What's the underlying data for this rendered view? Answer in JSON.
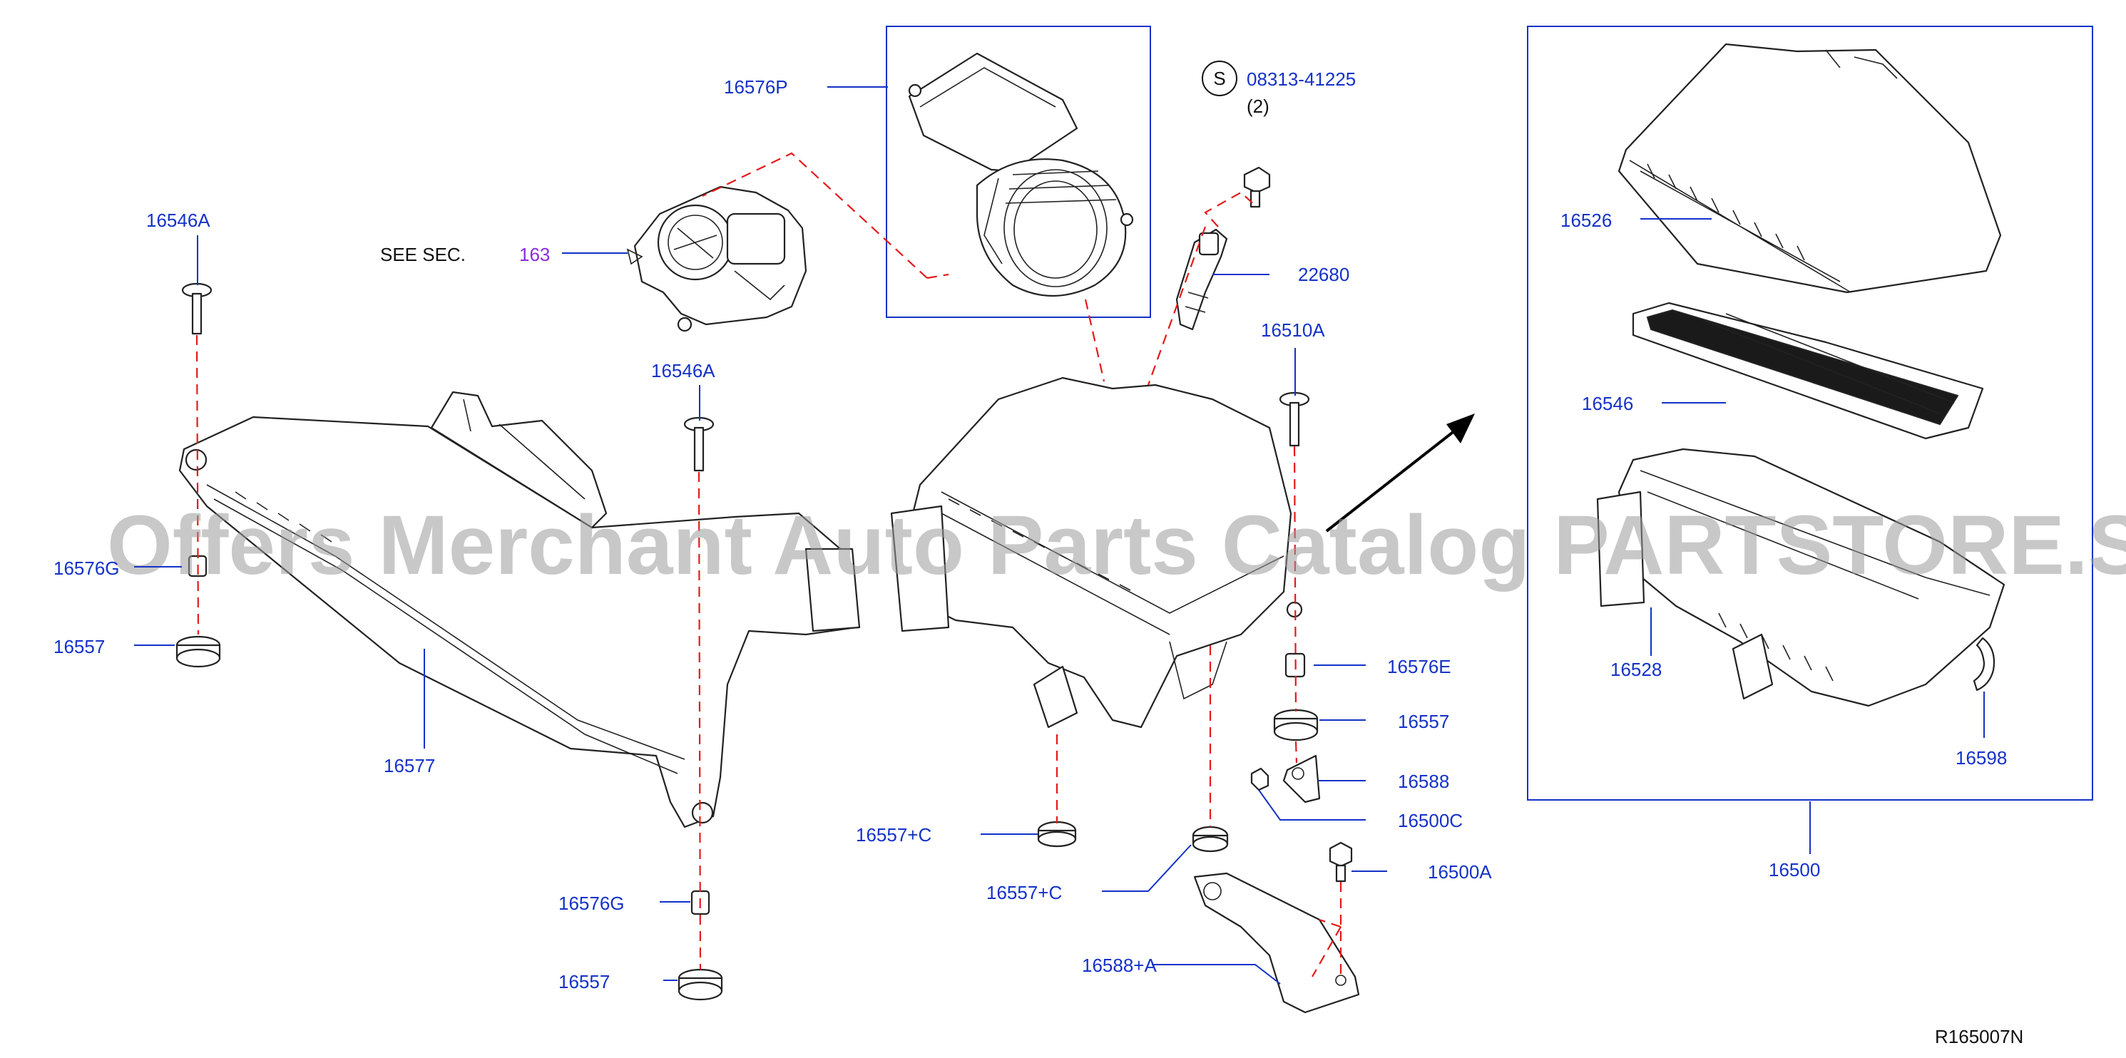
{
  "diagram": {
    "see_sec_text": "SEE   SEC.",
    "see_sec_number": "163",
    "screw_symbol": "S",
    "screw_part": "08313-41225",
    "screw_qty": "(2)",
    "code": "R165007N",
    "watermark": "Offers Merchant Auto Parts Catalog PARTSTORE.SA",
    "labels": {
      "p16576P": "16576P",
      "p16546A_top": "16546A",
      "p16546A_mid": "16546A",
      "p22680": "22680",
      "p16510A": "16510A",
      "p16576G_left": "16576G",
      "p16557_left": "16557",
      "p16577": "16577",
      "p16576E": "16576E",
      "p16557_right": "16557",
      "p16588": "16588",
      "p16500C": "16500C",
      "p16557C_a": "16557+C",
      "p16557C_b": "16557+C",
      "p16500A": "16500A",
      "p16576G_bottom": "16576G",
      "p16557_bottom": "16557",
      "p16588A": "16588+A",
      "p16526": "16526",
      "p16546": "16546",
      "p16528": "16528",
      "p16598": "16598",
      "p16500": "16500"
    },
    "colors": {
      "label": "#1432c8",
      "see_sec": "#8a2be2",
      "dash": "#e41a1a"
    }
  }
}
